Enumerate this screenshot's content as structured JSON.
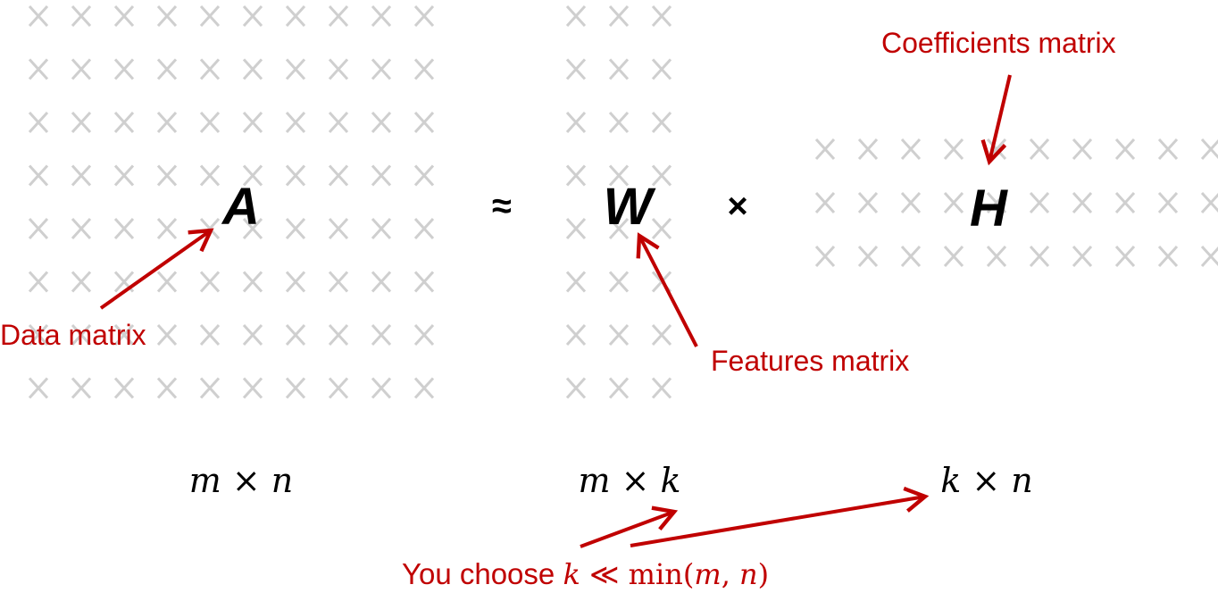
{
  "matrices": {
    "A": {
      "symbol": "A",
      "cell_glyph": "X",
      "rows": 8,
      "cols": 10,
      "label": "Data matrix",
      "dims": {
        "a": "m",
        "b": "n"
      }
    },
    "W": {
      "symbol": "W",
      "cell_glyph": "X",
      "rows": 8,
      "cols": 3,
      "label": "Features matrix",
      "dims": {
        "a": "m",
        "b": "k"
      }
    },
    "H": {
      "symbol": "H",
      "cell_glyph": "X",
      "rows": 3,
      "cols": 10,
      "label": "Coefficients matrix",
      "dims": {
        "a": "k",
        "b": "n"
      }
    }
  },
  "operators": {
    "approx": "≈",
    "times": "×",
    "dim_times": "×"
  },
  "note": {
    "prefix": "You choose ",
    "k": "k",
    "rel": " ≪ ",
    "min": "min(",
    "m": "m",
    "comma": ", ",
    "n": "n",
    "close": ")"
  },
  "colors": {
    "annotation": "#c00000",
    "cell": "#cfcfcf",
    "symbol": "#000000"
  }
}
